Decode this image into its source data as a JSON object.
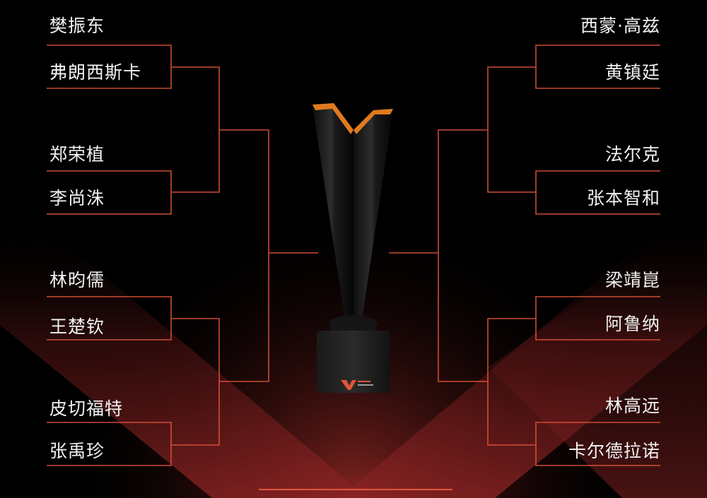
{
  "bracket": {
    "left": [
      {
        "name": "樊振东"
      },
      {
        "name": "弗朗西斯卡"
      },
      {
        "name": "郑荣植"
      },
      {
        "name": "李尚洙"
      },
      {
        "name": "林昀儒"
      },
      {
        "name": "王楚钦"
      },
      {
        "name": "皮切福特"
      },
      {
        "name": "张禹珍"
      }
    ],
    "right": [
      {
        "name": "西蒙·高兹"
      },
      {
        "name": "黄镇廷"
      },
      {
        "name": "法尔克"
      },
      {
        "name": "张本智和"
      },
      {
        "name": "梁靖崑"
      },
      {
        "name": "阿鲁纳"
      },
      {
        "name": "林高远"
      },
      {
        "name": "卡尔德拉诺"
      }
    ]
  },
  "trophy": {
    "logo_icon": "wtt-logo-icon"
  },
  "colors": {
    "background": "#000000",
    "bracket_line": "#e0553a",
    "glow": "#7a1e1e",
    "trophy_accent": "#e07a1f",
    "text": "#f2f2f2"
  }
}
